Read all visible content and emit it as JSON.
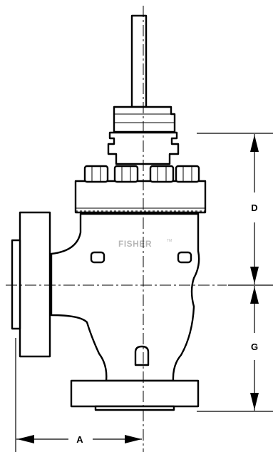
{
  "brand_mark": "FISHER",
  "dimension_labels": {
    "d": "D",
    "g": "G",
    "a": "A"
  },
  "colors": {
    "line": "#000000",
    "background": "#ffffff",
    "brand_mark": "#b8b8b8"
  }
}
